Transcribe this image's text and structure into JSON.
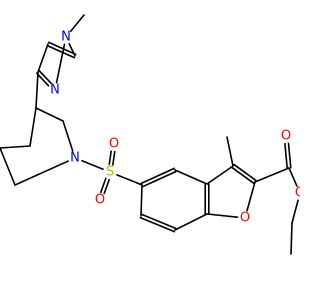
{
  "molecule": {
    "colors": {
      "bond": "#000000",
      "N": "#0000ff",
      "O": "#ff0000",
      "S": "#b8b800"
    },
    "atoms": [
      {
        "id": "c_me_n",
        "label": ""
      },
      {
        "id": "n1",
        "label": "N",
        "element": "N"
      },
      {
        "id": "n2",
        "label": "N",
        "element": "N"
      },
      {
        "id": "c3",
        "label": ""
      },
      {
        "id": "c4",
        "label": ""
      },
      {
        "id": "c5",
        "label": ""
      },
      {
        "id": "p3",
        "label": ""
      },
      {
        "id": "p2",
        "label": ""
      },
      {
        "id": "p4",
        "label": ""
      },
      {
        "id": "p5",
        "label": ""
      },
      {
        "id": "p6",
        "label": ""
      },
      {
        "id": "pn",
        "label": "N",
        "element": "N"
      },
      {
        "id": "s",
        "label": "S",
        "element": "S"
      },
      {
        "id": "os1",
        "label": "O",
        "element": "O"
      },
      {
        "id": "os2",
        "label": "O",
        "element": "O"
      },
      {
        "id": "b5",
        "label": ""
      },
      {
        "id": "b4",
        "label": ""
      },
      {
        "id": "b3a",
        "label": ""
      },
      {
        "id": "b7a",
        "label": ""
      },
      {
        "id": "b7",
        "label": ""
      },
      {
        "id": "b6",
        "label": ""
      },
      {
        "id": "f3",
        "label": ""
      },
      {
        "id": "me3",
        "label": ""
      },
      {
        "id": "f2",
        "label": ""
      },
      {
        "id": "fo",
        "label": "O",
        "element": "O"
      },
      {
        "id": "cc",
        "label": ""
      },
      {
        "id": "oc",
        "label": "O",
        "element": "O"
      },
      {
        "id": "oe",
        "label": "O",
        "element": "O"
      },
      {
        "id": "e1",
        "label": ""
      },
      {
        "id": "e2",
        "label": ""
      }
    ]
  }
}
